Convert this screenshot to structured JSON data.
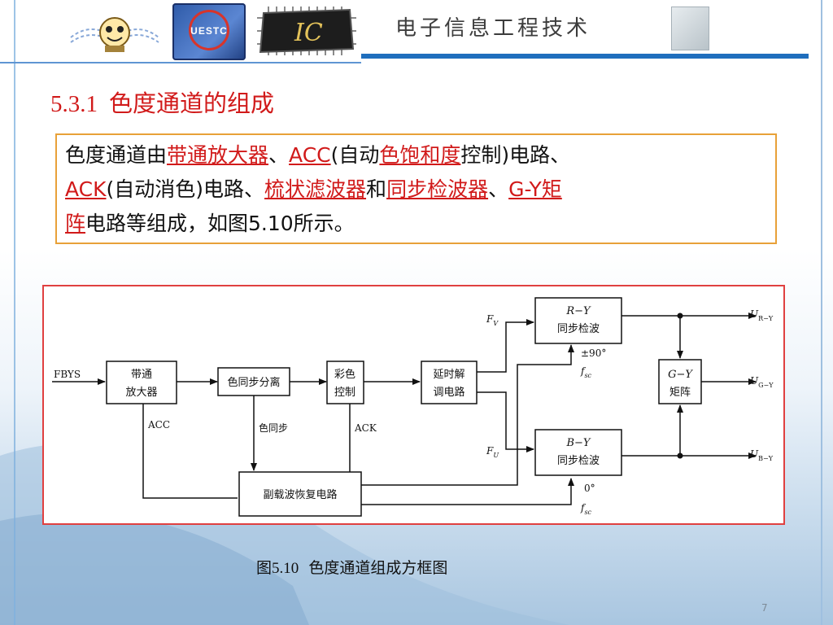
{
  "header": {
    "title": "电子信息工程技术",
    "uestc_logo_text": "UESTC",
    "ic_logo_text": "IC"
  },
  "section": {
    "number": "5.3.1",
    "title": "色度通道的组成"
  },
  "description": {
    "line1": [
      {
        "t": "色度通道由",
        "hl": false
      },
      {
        "t": "带通放大器",
        "hl": true
      },
      {
        "t": "、",
        "hl": false
      },
      {
        "t": "ACC",
        "hl": true
      },
      {
        "t": "(自动",
        "hl": false
      },
      {
        "t": "色饱和度",
        "hl": true
      },
      {
        "t": "控制)电路、",
        "hl": false
      }
    ],
    "line2": [
      {
        "t": "ACK",
        "hl": true
      },
      {
        "t": "(自动消色)电路、",
        "hl": false
      },
      {
        "t": "梳状滤波器",
        "hl": true
      },
      {
        "t": "和",
        "hl": false
      },
      {
        "t": "同步检波器",
        "hl": true
      },
      {
        "t": "、",
        "hl": false
      },
      {
        "t": "G-Y矩",
        "hl": true
      }
    ],
    "line3": [
      {
        "t": "阵",
        "hl": true
      },
      {
        "t": "电路等组成，如图5.10所示。",
        "hl": false
      }
    ]
  },
  "diagram": {
    "input_label": "FBYS",
    "blocks": {
      "bandpass_amp": [
        "带通",
        "放大器"
      ],
      "color_sync_separator": [
        "色同步分离"
      ],
      "color_control": [
        "彩色",
        "控制"
      ],
      "delay_demod": [
        "延时解",
        "调电路"
      ],
      "ry_detector": [
        "R−Y",
        "同步检波"
      ],
      "by_detector": [
        "B−Y",
        "同步检波"
      ],
      "gy_matrix": [
        "G−Y",
        "矩阵"
      ],
      "subcarrier_recovery": [
        "副载波恢复电路"
      ]
    },
    "labels": {
      "acc": "ACC",
      "ack": "ACK",
      "color_burst": "色同步",
      "fv": "F",
      "fv_sub": "V",
      "fu": "F",
      "fu_sub": "U",
      "phase_90": "±90°",
      "phase_0": "0°",
      "fsc": "f",
      "fsc_sub": "sc"
    },
    "outputs": [
      {
        "main": "U",
        "sub": "R−Y"
      },
      {
        "main": "U",
        "sub": "G−Y"
      },
      {
        "main": "U",
        "sub": "B−Y"
      }
    ]
  },
  "caption": {
    "figure_number": "图5.10",
    "text": "色度通道组成方框图"
  },
  "slide_number": "7"
}
